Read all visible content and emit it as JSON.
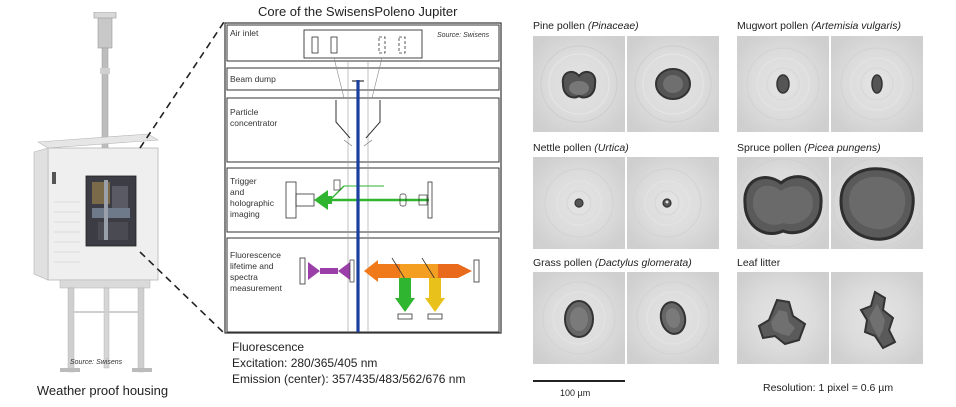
{
  "housing": {
    "source": "Source: Swisens",
    "caption": "Weather proof housing"
  },
  "core": {
    "title": "Core of the SwisensPoleno Jupiter",
    "source": "Source: Swisens",
    "panels": [
      {
        "label": "Air inlet"
      },
      {
        "label": "Beam dump"
      },
      {
        "label": "Particle\nconcentrator"
      },
      {
        "label": "Trigger\nand\nholographic\nimaging"
      },
      {
        "label": "Fluorescence\nlifetime and\nspectra\nmeasurement"
      }
    ]
  },
  "fluorescence": {
    "heading": "Fluorescence",
    "excitation": "Excitation: 280/365/405 nm",
    "emission": "Emission (center): 357/435/483/562/676 nm"
  },
  "pollen": [
    {
      "name": "Pine pollen ",
      "latin": "(Pinaceae)"
    },
    {
      "name": "Mugwort pollen ",
      "latin": "(Artemisia vulgaris)"
    },
    {
      "name": "Nettle pollen ",
      "latin": "(Urtica)"
    },
    {
      "name": "Spruce pollen ",
      "latin": "(Picea pungens)"
    },
    {
      "name": "Grass pollen ",
      "latin": "(Dactylus glomerata)"
    },
    {
      "name": "Leaf litter",
      "latin": ""
    }
  ],
  "scale_bar": "100 µm",
  "resolution": "Resolution: 1 pixel = 0.6 µm",
  "colors": {
    "beam_blue": "#1a3fa0",
    "beam_green": "#2fb52f",
    "violet": "#9b3fa8",
    "orange": "#f07a1a",
    "yellow": "#e8c21a"
  }
}
